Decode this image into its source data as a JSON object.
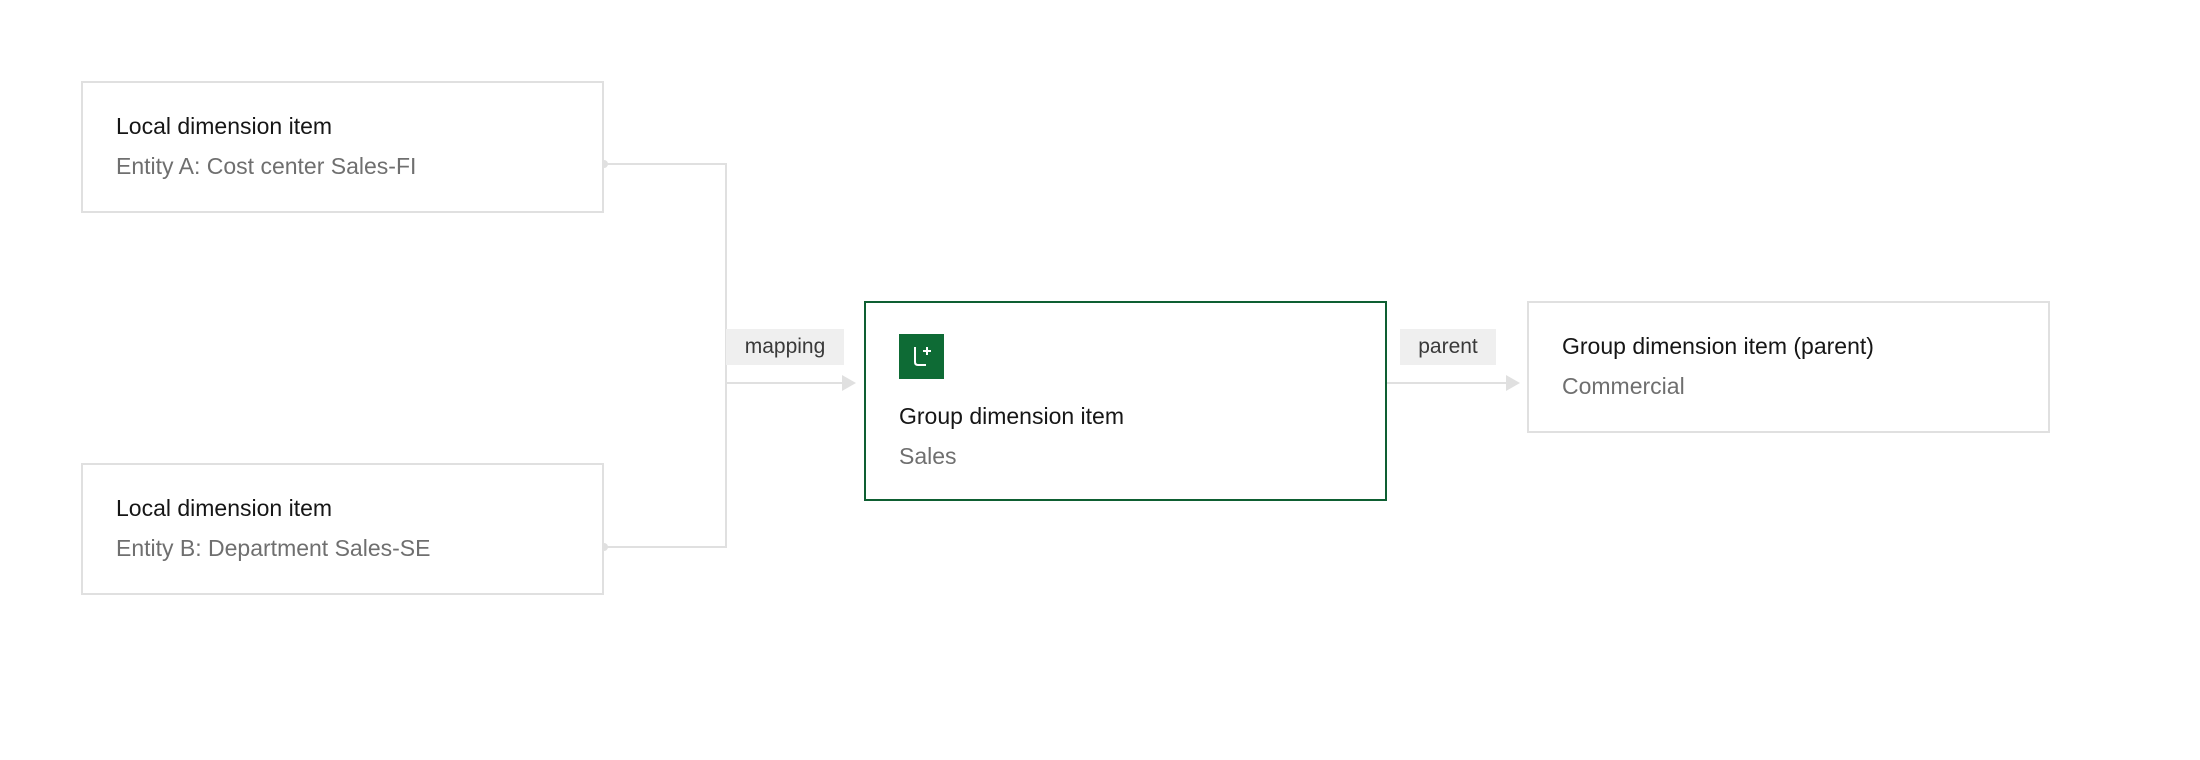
{
  "diagram": {
    "nodes": {
      "local_a": {
        "title": "Local dimension item",
        "subtitle": "Entity A: Cost center Sales-FI"
      },
      "local_b": {
        "title": "Local dimension item",
        "subtitle": "Entity B: Department Sales-SE"
      },
      "group": {
        "title": "Group dimension item",
        "subtitle": "Sales",
        "icon": "hierarchy-add-icon"
      },
      "parent": {
        "title": "Group dimension item (parent)",
        "subtitle": "Commercial"
      }
    },
    "edges": {
      "mapping": {
        "label": "mapping"
      },
      "parent": {
        "label": "parent"
      }
    },
    "colors": {
      "accent": "#0e6b35",
      "selected_border": "#0e5f32",
      "node_border": "#e0e0e0",
      "edge": "#e0e0e0",
      "label_bg": "#efefef"
    }
  }
}
